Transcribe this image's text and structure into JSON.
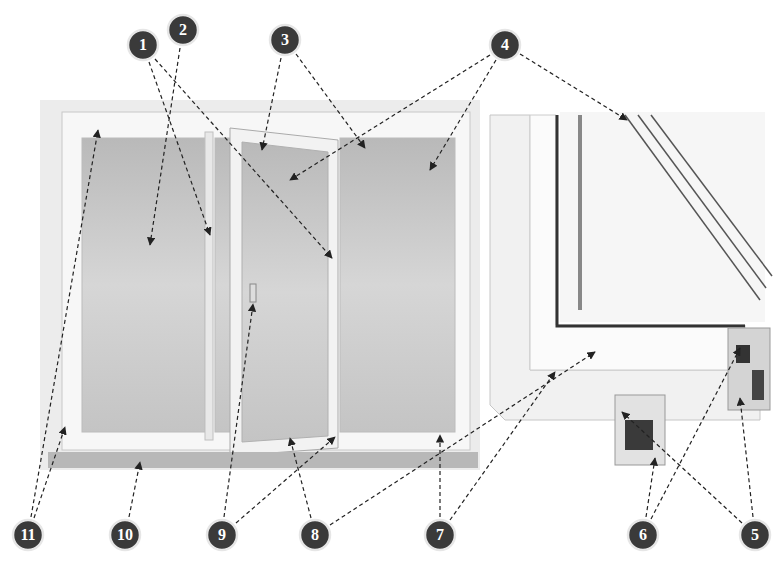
{
  "diagram": {
    "nodes": [
      {
        "text": [
          "1"
        ]
      },
      {
        "text": [
          "2"
        ]
      },
      {
        "text": [
          "3"
        ]
      },
      {
        "text": [
          "4"
        ]
      },
      {
        "text": [
          "11"
        ]
      },
      {
        "text": [
          "10"
        ]
      },
      {
        "text": [
          "9"
        ]
      },
      {
        "text": [
          "8"
        ]
      },
      {
        "text": [
          "7"
        ]
      },
      {
        "text": [
          "6"
        ]
      },
      {
        "text": [
          "5"
        ]
      }
    ]
  }
}
